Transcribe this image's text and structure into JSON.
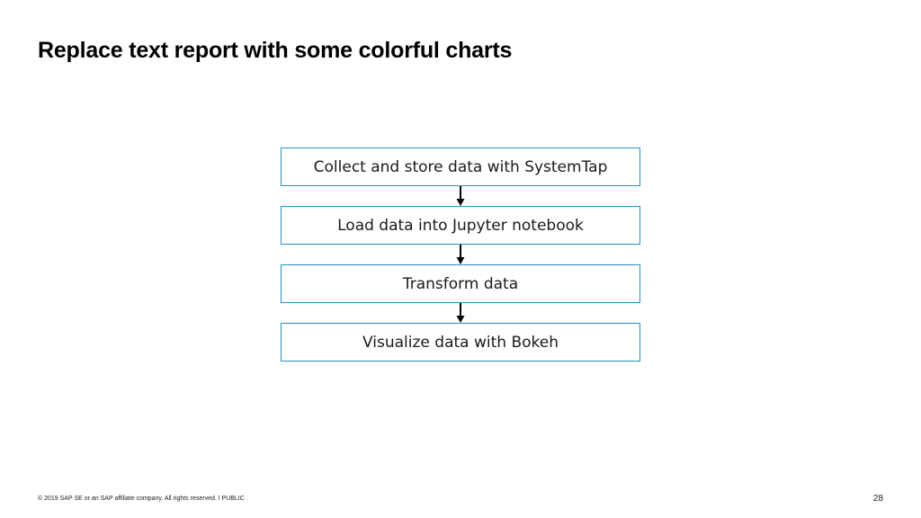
{
  "slide": {
    "title": "Replace text report with some colorful charts",
    "page_number": "28"
  },
  "flow": {
    "steps": [
      {
        "label": "Collect and store data with SystemTap"
      },
      {
        "label": "Load data into Jupyter notebook"
      },
      {
        "label": "Transform data"
      },
      {
        "label": "Visualize data with Bokeh"
      }
    ]
  },
  "footer": {
    "text": "© 2019 SAP SE or an SAP affiliate company. All rights reserved.   ǀ   PUBLIC"
  },
  "colors": {
    "box_border": "#2a8fc4",
    "arrow": "#000000"
  }
}
